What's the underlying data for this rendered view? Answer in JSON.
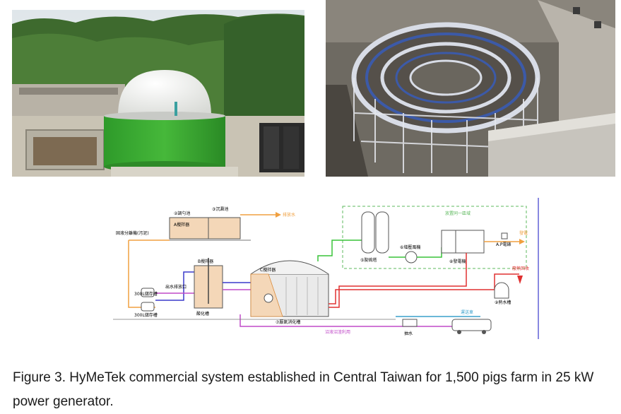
{
  "figure": {
    "caption": "Figure 3. HyMeTek commercial system established in Central Taiwan for 1,500 pigs farm in 25 kW power generator.",
    "diagram_labels": {
      "tank_2": "②調勻池",
      "tank_3": "③沉澱池",
      "top_arrow": "排放水",
      "left_pipe": "固液分離機(污泥)",
      "mixer_a": "A攪拌器",
      "mixer_b": "B攪拌器",
      "digester_mixer": "C攪拌器",
      "digester": "⑦厭氣消化槽",
      "store_1": "300L儲存槽",
      "store_2": "300L儲存槽",
      "acid_tank": "酸化槽",
      "outlet": "出水排放口",
      "desulfur": "⑤脫硫塔",
      "blower": "⑥增壓風機",
      "generator": "⑧發電機",
      "genset_room": "放置同一區域",
      "power_out": "發電",
      "meter": "A.P電錶",
      "heat_recovery": "廢熱回收",
      "water_tank": "⑨熱水槽",
      "bottom_pipe": "沼液沼渣利用",
      "truck": "運送車",
      "pump": "抽水"
    },
    "colors": {
      "gas_line": "#38c338",
      "hot_water": "#e03030",
      "sludge": "#f0a040",
      "return_line": "#c04ac8",
      "blue_line": "#3a3acc",
      "zone_border": "#5cb85c"
    }
  }
}
